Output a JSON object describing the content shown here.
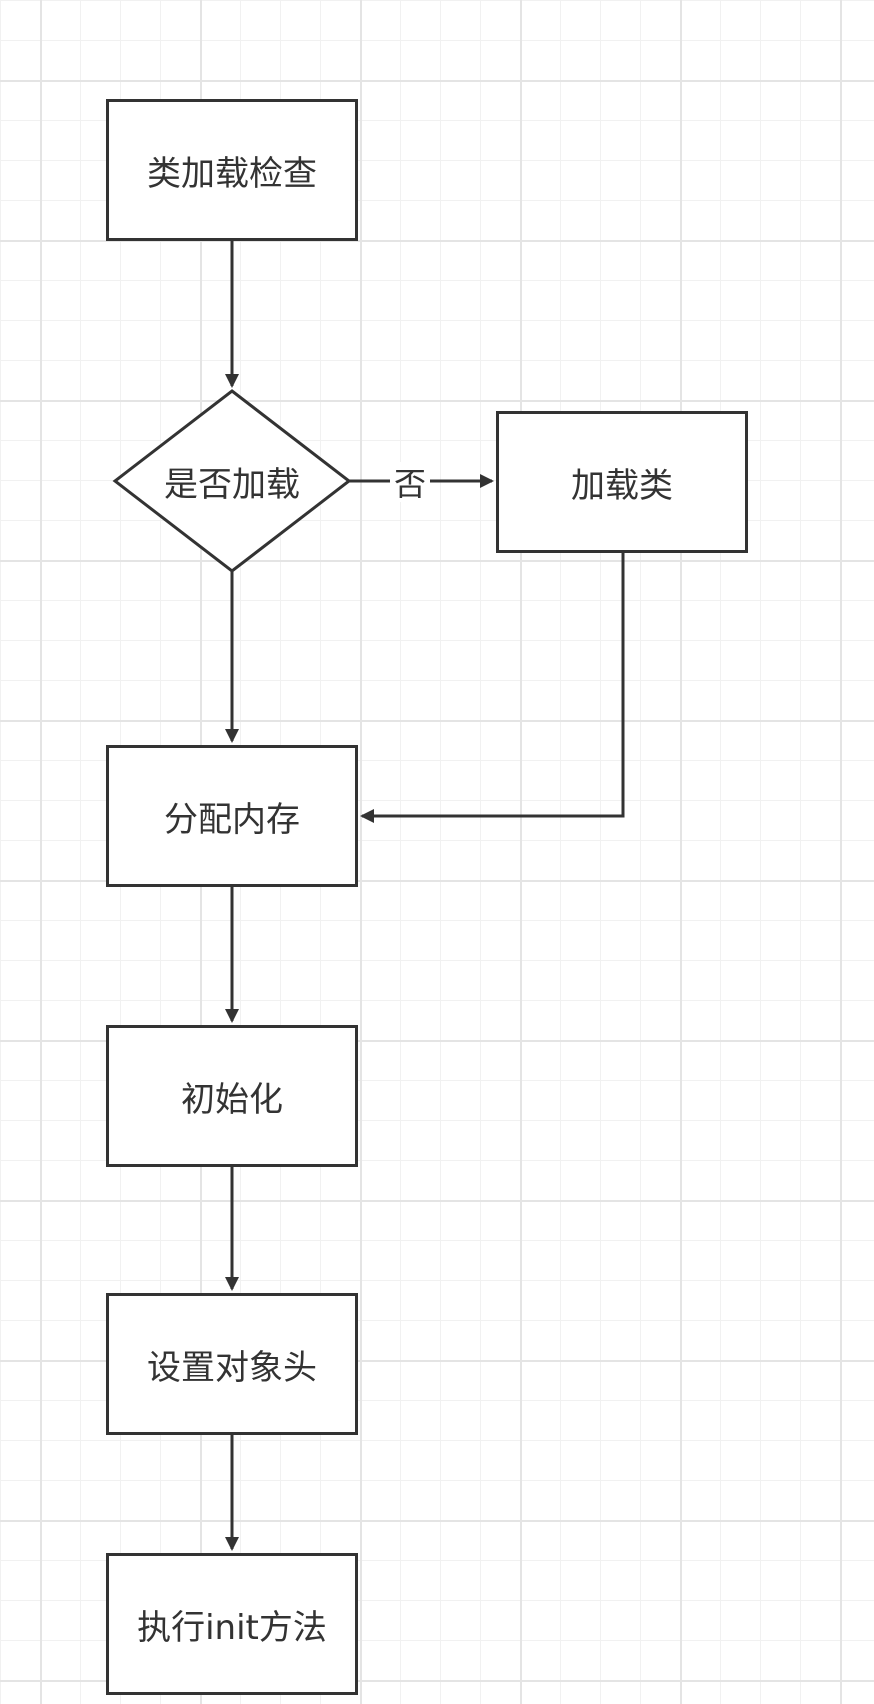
{
  "diagram": {
    "nodes": {
      "class_load_check": "类加载检查",
      "is_loaded": "是否加载",
      "load_class": "加载类",
      "allocate_memory": "分配内存",
      "initialize": "初始化",
      "set_object_header": "设置对象头",
      "execute_init": "执行init方法"
    },
    "edges": {
      "no_label": "否"
    },
    "colors": {
      "stroke": "#333333",
      "fill": "#ffffff",
      "grid_major": "#e4e4e4",
      "grid_minor": "#f1f1f1"
    }
  }
}
